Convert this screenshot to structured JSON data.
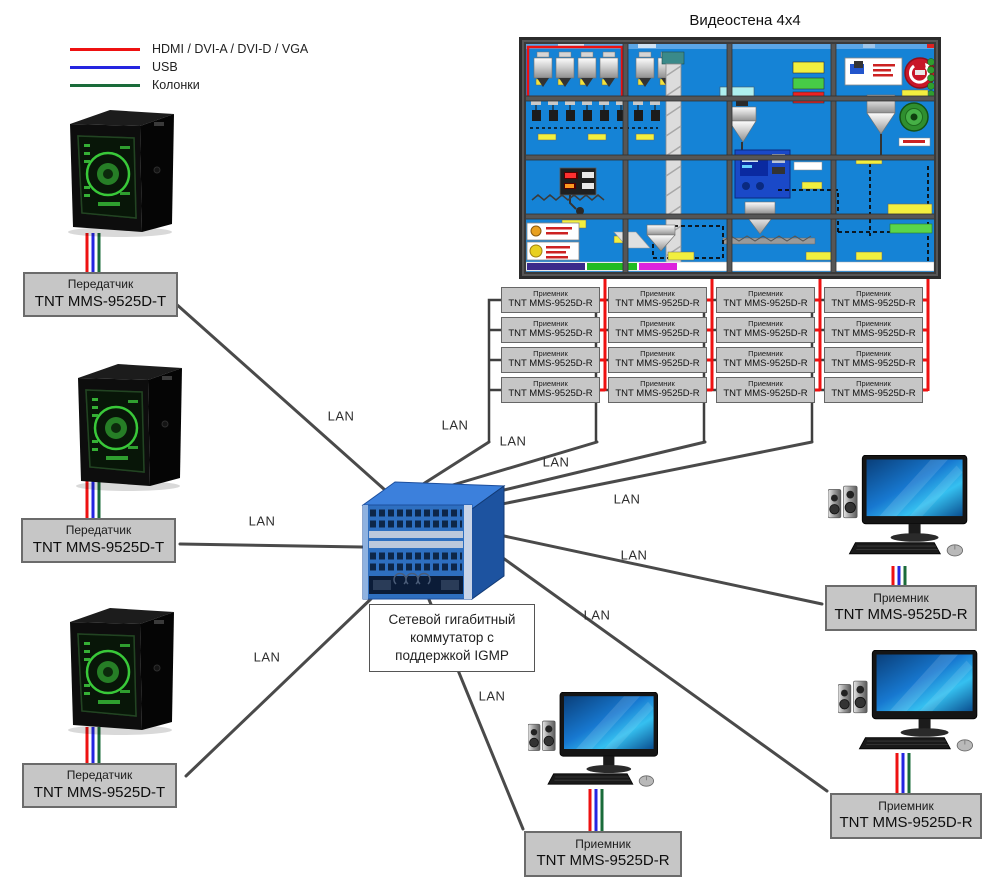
{
  "diagram_title": "Видеостена 4х4",
  "legend": {
    "items": [
      {
        "name": "video-cables",
        "label": "HDMI / DVI-A / DVI-D / VGA",
        "color": "#ee1111"
      },
      {
        "name": "usb-cable",
        "label": "USB",
        "color": "#2525e0"
      },
      {
        "name": "speaker-cable",
        "label": "Колонки",
        "color": "#1a6b3a"
      }
    ]
  },
  "lan_label": "LAN",
  "lan_connection_count": 10,
  "transmitter": {
    "line1": "Передатчик",
    "line2": "TNT MMS-9525D-T",
    "count": 3
  },
  "receiver": {
    "line1": "Приемник",
    "line2": "TNT MMS-9525D-R"
  },
  "wall_receivers": {
    "columns": 4,
    "per_column": 4,
    "line1": "Приемник",
    "line2": "TNT MMS-9525D-R"
  },
  "workstation_receivers": {
    "count": 3,
    "line1": "Приемник",
    "line2": "TNT MMS-9525D-R"
  },
  "switch": {
    "label_line1": "Сетевой гигабитный",
    "label_line2": "коммутатор с",
    "label_line3": "поддержкой IGMP",
    "chassis_color": "#2e6fc0"
  },
  "video_wall": {
    "title": "Видеостена 4х4",
    "grid": "4x4",
    "highlight_color": "#ee1111",
    "scada_background": "#1583d6",
    "bezel_color": "#4f4f4f"
  },
  "colors": {
    "lan_line": "#4a4a4a",
    "wall_video_link": "#ee1111",
    "device_box_fill": "#c6c6c6",
    "device_box_border": "#6b6b6b"
  }
}
